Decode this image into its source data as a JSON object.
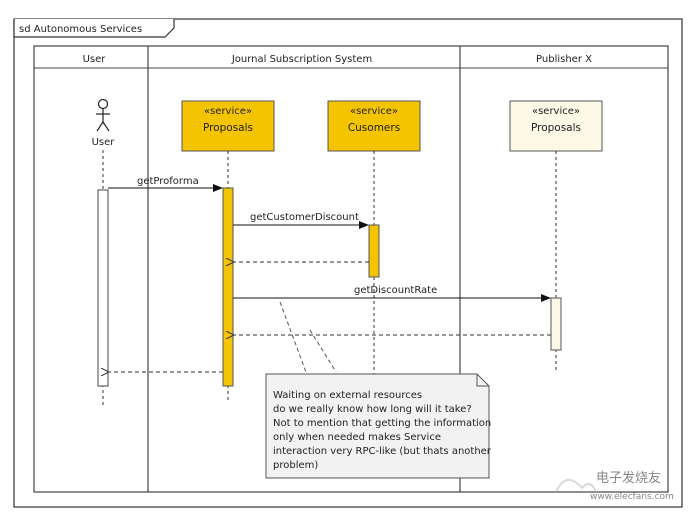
{
  "frame": {
    "title": "sd Autonomous Services"
  },
  "swimlanes": [
    {
      "key": "user",
      "title": "User"
    },
    {
      "key": "system",
      "title": "Journal Subscription System"
    },
    {
      "key": "publisher",
      "title": "Publisher X"
    }
  ],
  "lifelines": {
    "user": {
      "name": "User"
    },
    "proposals": {
      "stereotype": "«service»",
      "name": "Proposals"
    },
    "customers": {
      "stereotype": "«service»",
      "name": "Cusomers"
    },
    "publisher_proposals": {
      "stereotype": "«service»",
      "name": "Proposals"
    }
  },
  "messages": {
    "m1": "getProforma",
    "m2": "getCustomerDiscount",
    "m3": "getDiscountRate"
  },
  "note": {
    "lines": [
      "Waiting on external resources",
      "do we really know how long will it take?",
      "Not to mention that getting the information",
      "only when needed makes Service",
      "interaction very RPC-like (but thats another",
      "problem)"
    ]
  },
  "watermark": {
    "text": "电子发烧友",
    "url": "www.elecfans.com"
  },
  "colors": {
    "service_fill": "#f5c400",
    "external_fill": "#fdf9e6",
    "activation_fill": "#f5c400",
    "note_fill": "#f2f2f2"
  }
}
